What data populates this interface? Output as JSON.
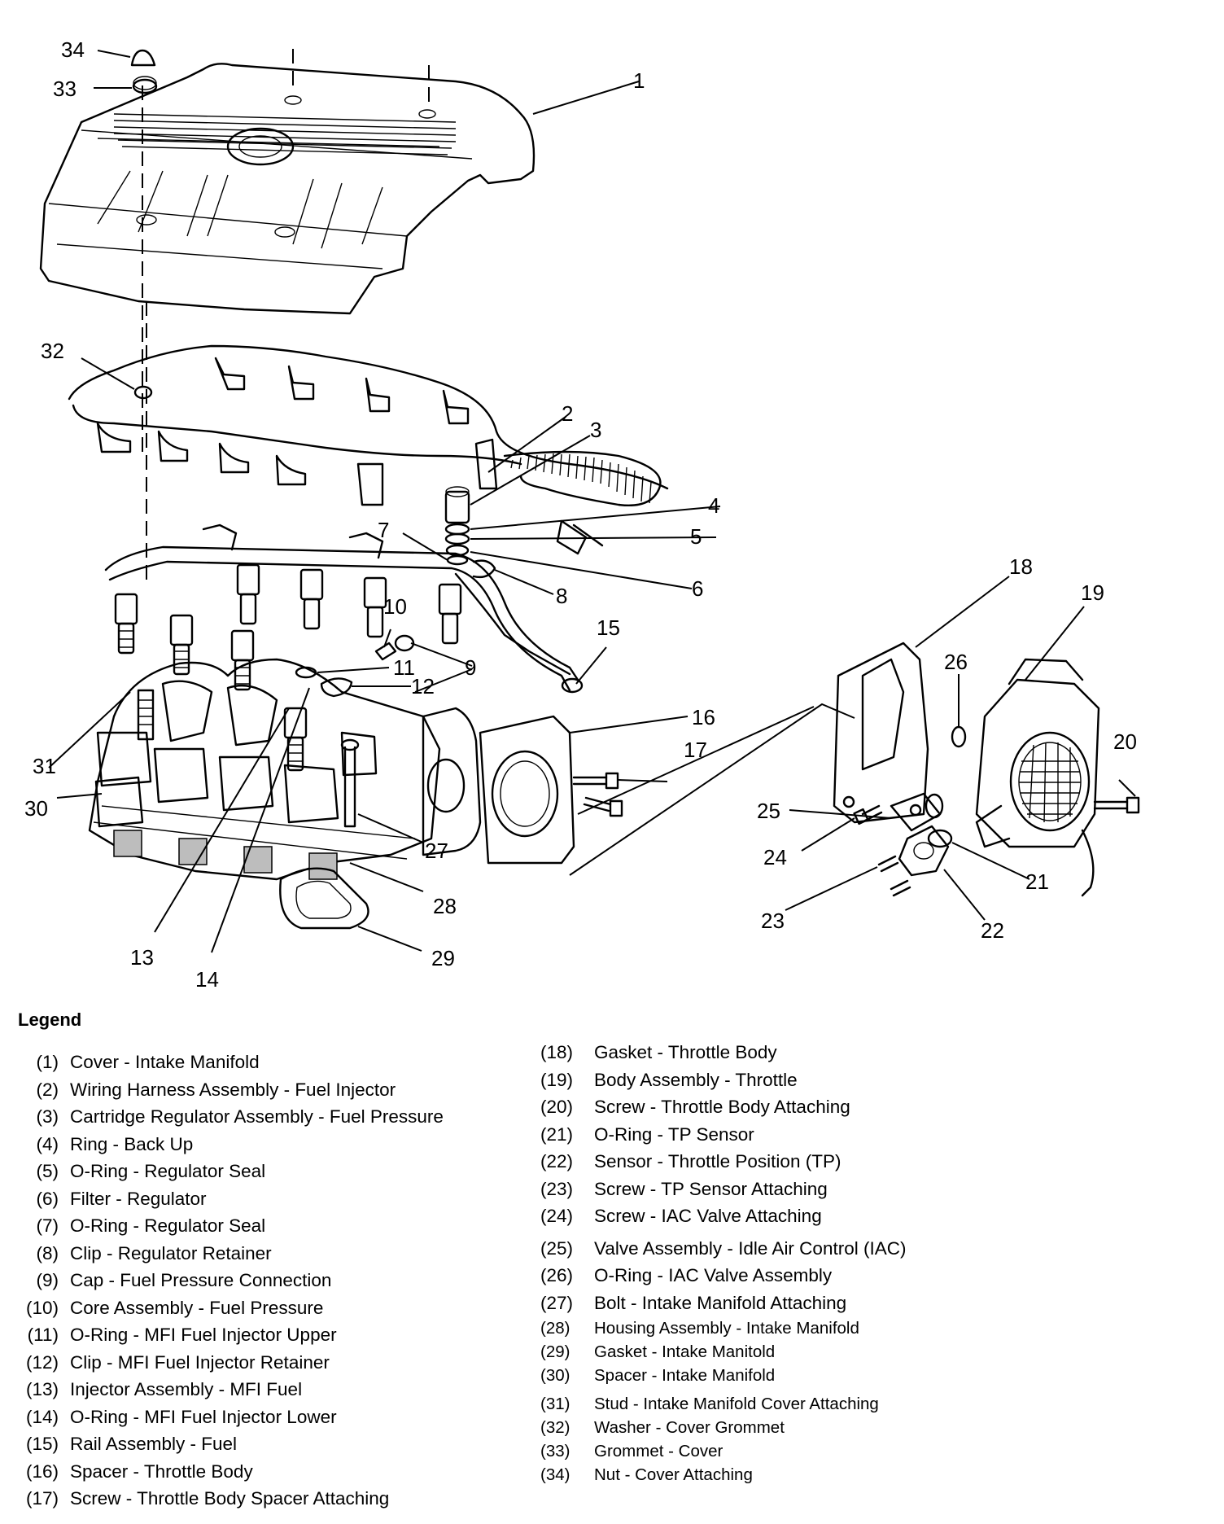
{
  "callouts": {
    "c1": "1",
    "c2": "2",
    "c3": "3",
    "c4": "4",
    "c5": "5",
    "c6": "6",
    "c7": "7",
    "c8": "8",
    "c9": "9",
    "c10": "10",
    "c11": "11",
    "c12": "12",
    "c13": "13",
    "c14": "14",
    "c15": "15",
    "c16": "16",
    "c17": "17",
    "c18": "18",
    "c19": "19",
    "c20": "20",
    "c21": "21",
    "c22": "22",
    "c23": "23",
    "c24": "24",
    "c25": "25",
    "c26": "26",
    "c27": "27",
    "c28": "28",
    "c29": "29",
    "c30": "30",
    "c31": "31",
    "c32": "32",
    "c33": "33",
    "c34": "34"
  },
  "legend": {
    "title": "Legend",
    "left": [
      {
        "num": "(1)",
        "text": "Cover - Intake Manifold"
      },
      {
        "num": "(2)",
        "text": "Wiring Harness Assembly - Fuel Injector"
      },
      {
        "num": "(3)",
        "text": "Cartridge Regulator Assembly - Fuel Pressure"
      },
      {
        "num": "(4)",
        "text": "Ring - Back Up"
      },
      {
        "num": "(5)",
        "text": "O-Ring - Regulator Seal"
      },
      {
        "num": "(6)",
        "text": "Filter - Regulator"
      },
      {
        "num": "(7)",
        "text": "O-Ring - Regulator Seal"
      },
      {
        "num": "(8)",
        "text": "Clip - Regulator Retainer"
      },
      {
        "num": "(9)",
        "text": "Cap - Fuel Pressure Connection"
      },
      {
        "num": "(10)",
        "text": "Core Assembly - Fuel Pressure"
      },
      {
        "num": "(11)",
        "text": "O-Ring - MFI Fuel Injector Upper"
      },
      {
        "num": "(12)",
        "text": "Clip - MFI Fuel Injector Retainer"
      },
      {
        "num": "(13)",
        "text": "Injector Assembly - MFI Fuel"
      },
      {
        "num": "(14)",
        "text": "O-Ring - MFI Fuel Injector Lower"
      },
      {
        "num": "(15)",
        "text": "Rail Assembly - Fuel"
      },
      {
        "num": "(16)",
        "text": "Spacer - Throttle Body"
      },
      {
        "num": "(17)",
        "text": "Screw - Throttle Body Spacer Attaching"
      }
    ],
    "right": [
      {
        "num": "(18)",
        "text": "Gasket - Throttle Body"
      },
      {
        "num": "(19)",
        "text": "Body Assembly - Throttle"
      },
      {
        "num": "(20)",
        "text": "Screw - Throttle Body Attaching"
      },
      {
        "num": "(21)",
        "text": "O-Ring - TP Sensor"
      },
      {
        "num": "(22)",
        "text": "Sensor - Throttle Position (TP)"
      },
      {
        "num": "(23)",
        "text": "Screw - TP Sensor Attaching"
      },
      {
        "num": "(24)",
        "text": "Screw - IAC Valve Attaching"
      },
      {
        "num": "(25)",
        "text": "Valve Assembly - Idle Air Control (IAC)"
      },
      {
        "num": "(26)",
        "text": "O-Ring - IAC Valve Assembly"
      },
      {
        "num": "(27)",
        "text": "Bolt - Intake Manifold Attaching"
      },
      {
        "num": "(28)",
        "text": "Housing Assembly - Intake Manifold"
      },
      {
        "num": "(29)",
        "text": "Gasket - Intake Manitold"
      },
      {
        "num": "(30)",
        "text": "Spacer - Intake Manifold"
      },
      {
        "num": "(31)",
        "text": "Stud - Intake Manifold Cover Attaching"
      },
      {
        "num": "(32)",
        "text": "Washer - Cover Grommet"
      },
      {
        "num": "(33)",
        "text": "Grommet - Cover"
      },
      {
        "num": "(34)",
        "text": "Nut - Cover Attaching"
      }
    ]
  }
}
